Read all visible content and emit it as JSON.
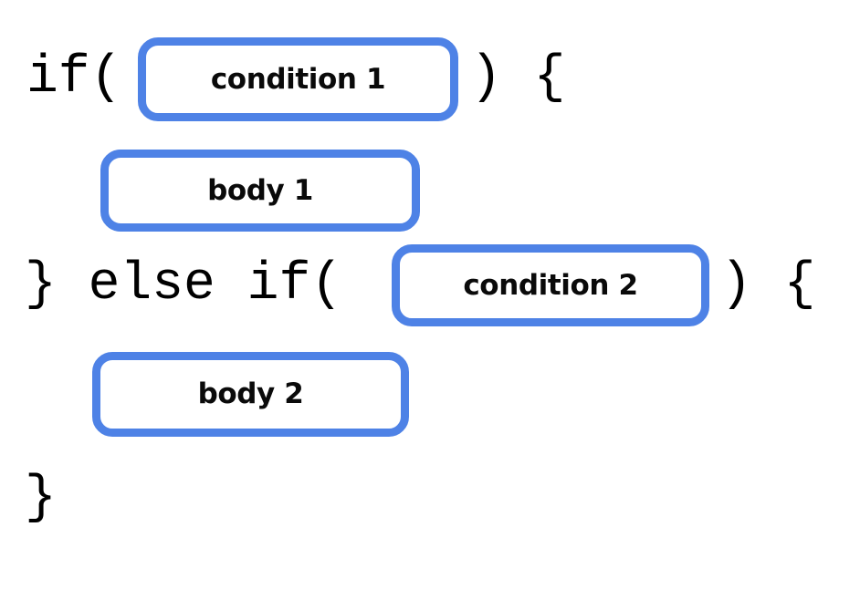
{
  "diagram": {
    "title": "if / else-if code structure diagram",
    "background_color": "#ffffff",
    "accent_color": "#4e82e6",
    "text_color": "#000000",
    "code_lines": [
      {
        "id": "line1_prefix",
        "text": "if("
      },
      {
        "id": "line1_suffix",
        "text": ") {"
      },
      {
        "id": "line3_prefix",
        "text": "} else if("
      },
      {
        "id": "line3_suffix",
        "text": ") {"
      },
      {
        "id": "line5",
        "text": "}"
      }
    ],
    "slots": [
      {
        "id": "condition1",
        "label": "condition 1",
        "border_color": "#4e82e6",
        "fill": "#ffffff"
      },
      {
        "id": "body1",
        "label": "body 1",
        "border_color": "#4e82e6",
        "fill": "#ffffff"
      },
      {
        "id": "condition2",
        "label": "condition 2",
        "border_color": "#4e82e6",
        "fill": "#ffffff"
      },
      {
        "id": "body2",
        "label": "body 2",
        "border_color": "#4e82e6",
        "fill": "#ffffff"
      }
    ]
  }
}
